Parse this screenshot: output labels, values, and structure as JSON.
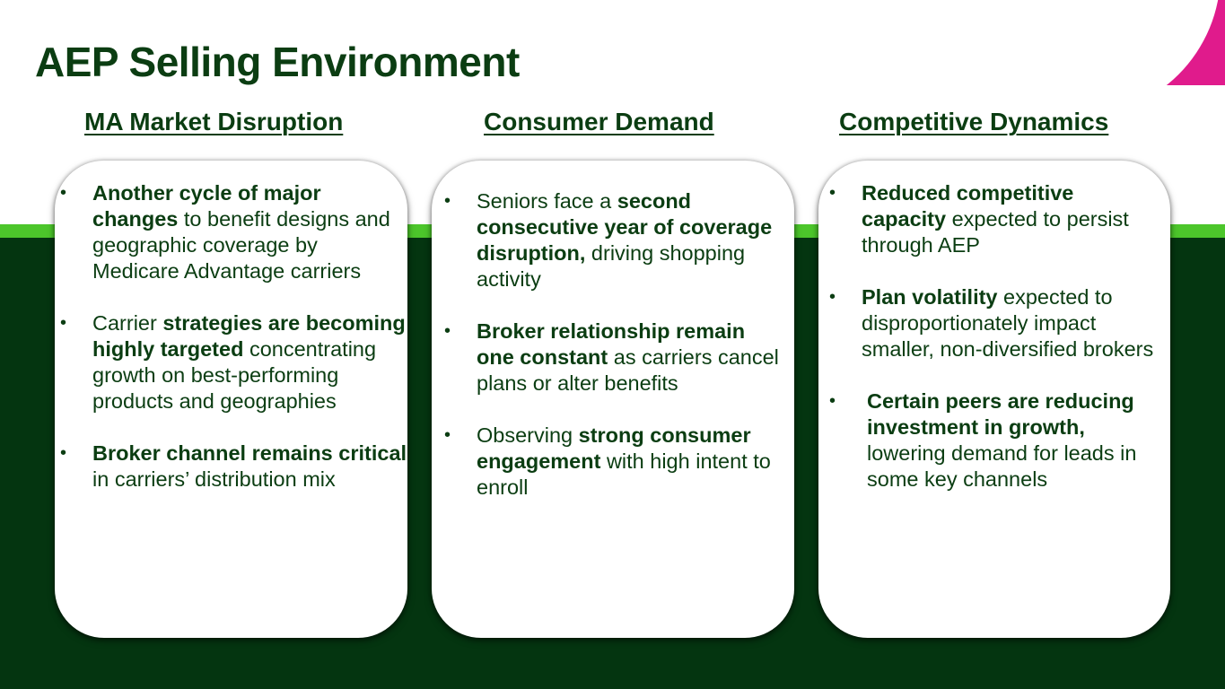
{
  "slide": {
    "title": "AEP Selling Environment",
    "colors": {
      "title_text": "#0b3d12",
      "dark_green": "#043510",
      "light_green": "#4cc62b",
      "magenta_accent": "#e01b8c",
      "card_background": "#ffffff"
    }
  },
  "columns": [
    {
      "heading": "MA Market Disruption",
      "bullets": [
        {
          "bold": "Another cycle of major changes",
          "rest": " to benefit designs and geographic coverage by Medicare Advantage carriers",
          "pre": ""
        },
        {
          "pre": "Carrier ",
          "bold": "strategies are becoming highly targeted",
          "rest": " concentrating growth on best-performing products and geographies"
        },
        {
          "pre": "",
          "bold": "Broker channel remains critical",
          "rest": " in carriers’ distribution mix"
        }
      ]
    },
    {
      "heading": "Consumer Demand",
      "bullets": [
        {
          "pre": "Seniors face a ",
          "bold": "second consecutive year of coverage disruption,",
          "rest": " driving shopping activity"
        },
        {
          "pre": "",
          "bold": "Broker relationship remain one constant",
          "rest": " as carriers cancel plans or alter benefits"
        },
        {
          "pre": "Observing ",
          "bold": "strong consumer engagement",
          "rest": " with high intent to enroll"
        }
      ]
    },
    {
      "heading": "Competitive Dynamics",
      "bullets": [
        {
          "pre": "",
          "bold": "Reduced competitive capacity",
          "rest": " expected to persist through AEP"
        },
        {
          "pre": "",
          "bold": "Plan volatility",
          "rest": " expected to disproportionately impact smaller, non-diversified brokers"
        },
        {
          "pre": "",
          "bold": "Certain peers are reducing investment in growth,",
          "rest": " lowering demand for leads in some key channels"
        }
      ]
    }
  ],
  "bullet_glyph": "•"
}
